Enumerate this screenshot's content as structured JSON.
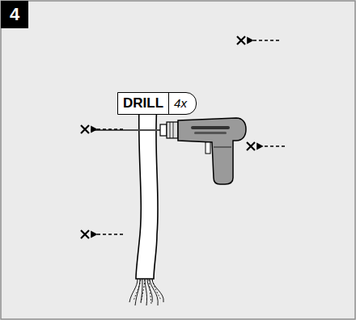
{
  "diagram": {
    "nodes": [
      {
        "text": [
          "4"
        ]
      },
      {
        "text": [
          "DRILL",
          "4x"
        ]
      }
    ]
  }
}
